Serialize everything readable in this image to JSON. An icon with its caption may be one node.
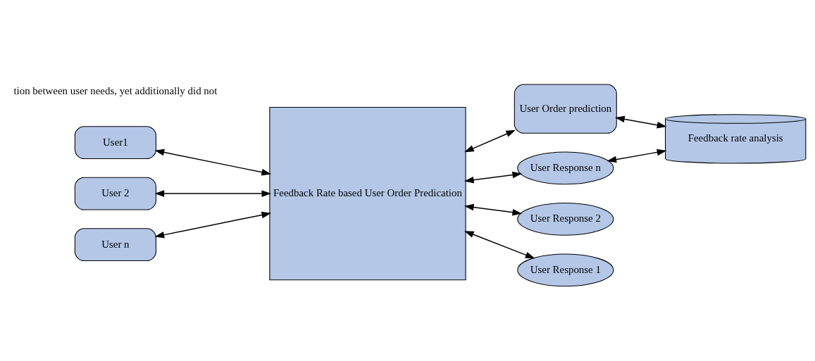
{
  "diagram": {
    "nodes": [
      {
        "text": [
          "User1"
        ]
      },
      {
        "text": [
          "User 2"
        ]
      },
      {
        "text": [
          "User n"
        ]
      },
      {
        "text": [
          "Feedback Rate based User Order Predication"
        ]
      },
      {
        "text": [
          "User Order prediction"
        ]
      },
      {
        "text": [
          "Feedback rate analysis"
        ]
      },
      {
        "text": [
          "User Response n"
        ]
      },
      {
        "text": [
          "User Response 2"
        ]
      },
      {
        "text": [
          "User Response 1"
        ]
      }
    ],
    "edges": [
      {
        "from": 0,
        "to": 3,
        "arrow": "both"
      },
      {
        "from": 1,
        "to": 3,
        "arrow": "both"
      },
      {
        "from": 2,
        "to": 3,
        "arrow": "both"
      },
      {
        "from": 3,
        "to": 4,
        "arrow": "both"
      },
      {
        "from": 4,
        "to": 5,
        "arrow": "both"
      },
      {
        "from": 5,
        "to": 6,
        "arrow": "both"
      },
      {
        "from": 3,
        "to": 6,
        "arrow": "both"
      },
      {
        "from": 3,
        "to": 7,
        "arrow": "both"
      },
      {
        "from": 3,
        "to": 8,
        "arrow": "both"
      }
    ],
    "labels": [
      "tion between user needs, yet additionally did not"
    ]
  }
}
